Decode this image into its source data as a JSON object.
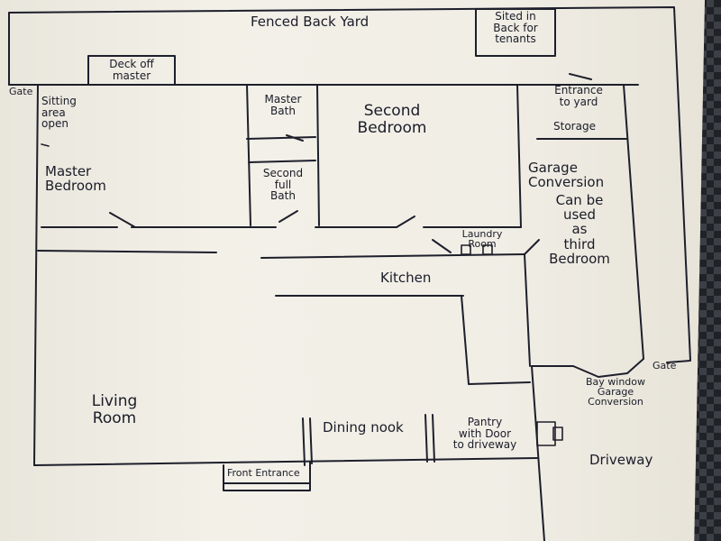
{
  "labels": {
    "back_yard": "Fenced Back Yard",
    "sited": "Sited in\nBack for\ntenants",
    "deck": "Deck off\nmaster",
    "gate_left": "Gate",
    "sitting": "Sitting\narea\nopen",
    "master_bath": "Master\nBath",
    "second_bedroom": "Second\nBedroom",
    "entrance_yard": "Entrance\nto yard",
    "storage": "Storage",
    "master_bedroom": "Master\nBedroom",
    "second_full_bath": "Second\nfull\nBath",
    "garage_conversion": "Garage\nConversion",
    "can_be_used": "Can be\nused\nas\nthird\nBedroom",
    "laundry": "Laundry\nRoom",
    "kitchen": "Kitchen",
    "living_room": "Living\nRoom",
    "dining_nook": "Dining nook",
    "pantry": "Pantry\nwith Door\nto driveway",
    "gate_right": "Gate",
    "bay_window": "Bay window\nGarage\nConversion",
    "driveway": "Driveway",
    "front_entrance": "Front Entrance"
  }
}
